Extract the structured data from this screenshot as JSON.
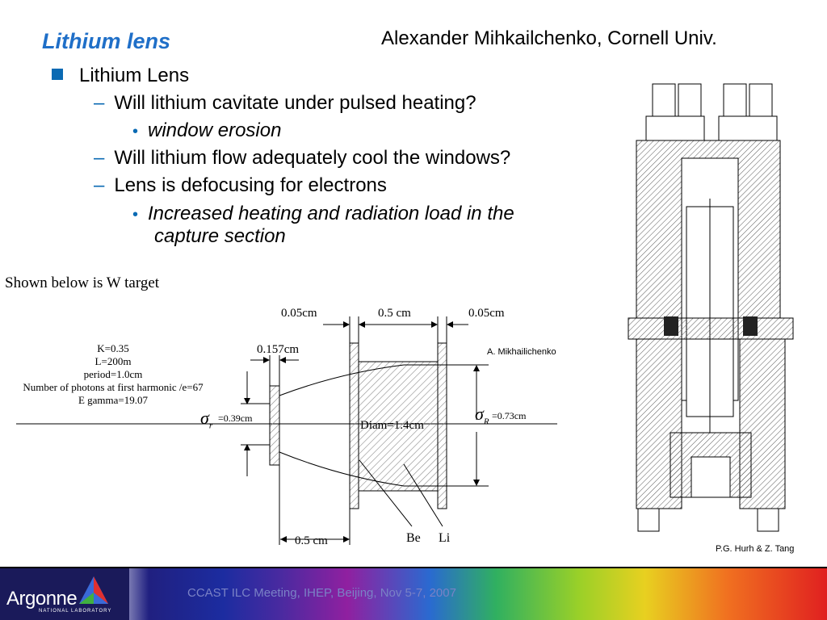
{
  "title": "Lithium lens",
  "author": "Alexander Mihkailchenko, Cornell Univ.",
  "bullets": {
    "b1": "Lithium Lens",
    "b2": "Will lithium cavitate under pulsed heating?",
    "b3": "window erosion",
    "b4": "Will lithium flow adequately cool the windows?",
    "b5": "Lens is defocusing for electrons",
    "b6a": "Increased heating and radiation load in the",
    "b6b": "capture section"
  },
  "figure_left": {
    "heading": "Shown below is W target",
    "params": [
      "K=0.35",
      "L=200m",
      "period=1.0cm",
      "Number of photons at first harmonic /e=67",
      "E gamma=19.07"
    ],
    "dim_window1": "0.05cm",
    "dim_body": "0.5 cm",
    "dim_window2": "0.05cm",
    "dim_target": "0.157cm",
    "sigma_r": "=0.39cm",
    "sigma_R": "=0.73cm",
    "diam": "Diam=1.4cm",
    "dim_gap": "0.5 cm",
    "label_be": "Be",
    "label_li": "Li",
    "credit": "A. Mikhailichenko"
  },
  "figure_right": {
    "credit": "P.G. Hurh & Z. Tang"
  },
  "footer": {
    "logo": "Argonne",
    "logo_sub": "NATIONAL LABORATORY",
    "meeting": "CCAST ILC Meeting, IHEP, Beijing, Nov 5-7, 2007"
  },
  "colors": {
    "title": "#1f6fc8",
    "bullet": "#0a6ab3"
  }
}
